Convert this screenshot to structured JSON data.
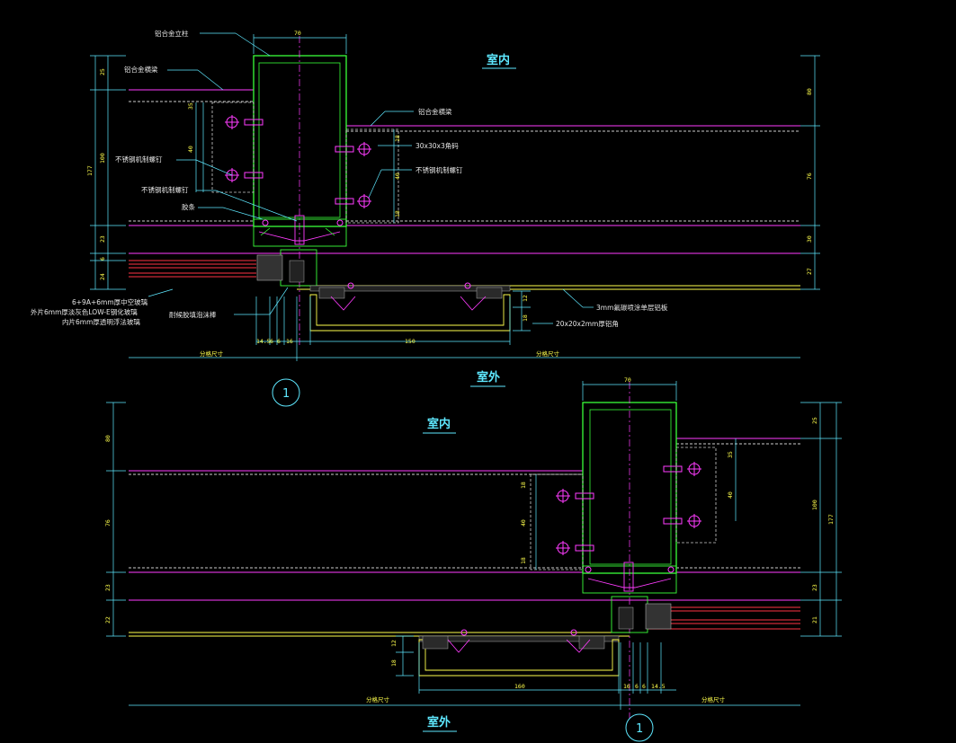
{
  "top": {
    "title_in": "室内",
    "title_out": "室外",
    "callout": "1",
    "labels": {
      "mullion": "铝合金立柱",
      "transom_l": "铝合金横梁",
      "transom_r": "铝合金横梁",
      "angle": "30x30x3角码",
      "screw1": "不锈钢机制螺钉",
      "screw2": "不锈钢机制螺钉",
      "screw3": "不锈钢机制螺钉",
      "gasket": "胶条",
      "glass1": "6+9A+6mm厚中空玻璃",
      "glass2": "外片6mm厚淡灰色LOW-E钢化玻璃",
      "glass3": "内片6mm厚透明浮法玻璃",
      "sealant": "耐候胶填泡沫棒",
      "panel": "3mm氟碳喷涂单层铝板",
      "tube": "20x20x2mm厚铝角",
      "grid_l": "分格尺寸",
      "grid_r": "分格尺寸"
    },
    "dims": {
      "w70": "70",
      "l25": "25",
      "l177": "177",
      "l100": "100",
      "l35": "35",
      "l40": "40",
      "l23": "23",
      "l6": "6",
      "l24": "24",
      "r80": "80",
      "r76": "76",
      "r30": "30",
      "r27": "27",
      "m18a": "18",
      "m40": "40",
      "m18b": "18",
      "p12": "12",
      "p18": "18",
      "b14": "14.5",
      "b6a": "6",
      "b6b": "6",
      "b16": "16",
      "b150": "150"
    }
  },
  "bottom": {
    "title_in": "室内",
    "title_out": "室外",
    "callout": "1",
    "labels": {
      "grid_l": "分格尺寸",
      "grid_r": "分格尺寸"
    },
    "dims": {
      "w70": "70",
      "l80": "80",
      "l76": "76",
      "l23": "23",
      "l22": "22",
      "r25": "25",
      "r100": "100",
      "r177": "177",
      "r23": "23",
      "r21": "21",
      "i35": "35",
      "i40": "40",
      "m18a": "18",
      "m40": "40",
      "m18b": "18",
      "p12": "12",
      "p18": "18",
      "b160": "160",
      "b16": "16",
      "b6a": "6",
      "b6b": "6",
      "b14": "14.5"
    }
  }
}
